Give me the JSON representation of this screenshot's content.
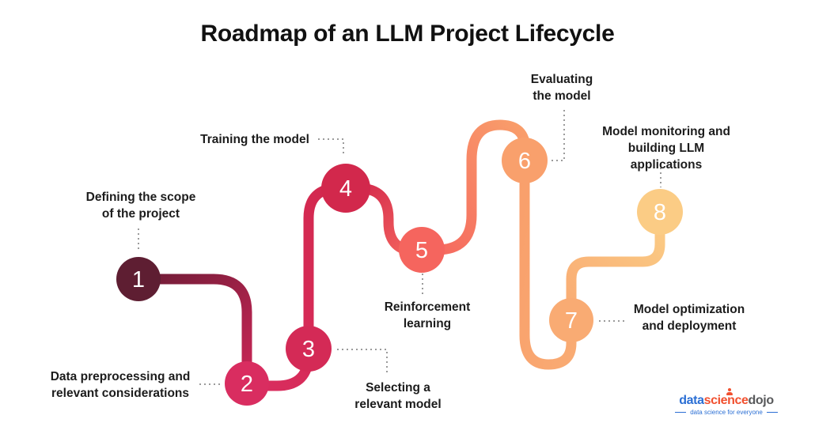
{
  "title": "Roadmap of an LLM Project Lifecycle",
  "steps": [
    {
      "number": "1",
      "label": "Defining the scope\nof the project",
      "color": "#5E1E32"
    },
    {
      "number": "2",
      "label": "Data preprocessing and\nrelevant considerations",
      "color": "#D92D60"
    },
    {
      "number": "3",
      "label": "Selecting a\nrelevant model",
      "color": "#D42A56"
    },
    {
      "number": "4",
      "label": "Training the model",
      "color": "#D2284C"
    },
    {
      "number": "5",
      "label": "Reinforcement\nlearning",
      "color": "#F5655E"
    },
    {
      "number": "6",
      "label": "Evaluating\nthe model",
      "color": "#F9A06C"
    },
    {
      "number": "7",
      "label": "Model optimization\nand deployment",
      "color": "#F9AB73"
    },
    {
      "number": "8",
      "label": "Model monitoring and\nbuilding LLM applications",
      "color": "#FBCC85"
    }
  ],
  "path_gradient": {
    "seg1_from": "#6E1C36",
    "seg1_to": "#C92656",
    "seg2_from": "#D92D60",
    "seg2_to": "#D2284C",
    "seg3_from": "#D2284C",
    "seg3_to": "#F5655E",
    "seg4_from": "#F5655E",
    "seg4_to": "#F99F6B",
    "seg5_from": "#F99F6B",
    "seg5_to": "#F9AB73",
    "seg6_from": "#F9AB73",
    "seg6_to": "#FBCC85",
    "connector_color": "#9B9B9B"
  },
  "logo": {
    "word_data": "data",
    "word_science": "science",
    "word_dojo": "dojo",
    "tagline": "data science for everyone",
    "color_data": "#2B6FD4",
    "color_science": "#F1502F",
    "color_dojo": "#58595B",
    "color_tagline": "#2B6FD4"
  }
}
